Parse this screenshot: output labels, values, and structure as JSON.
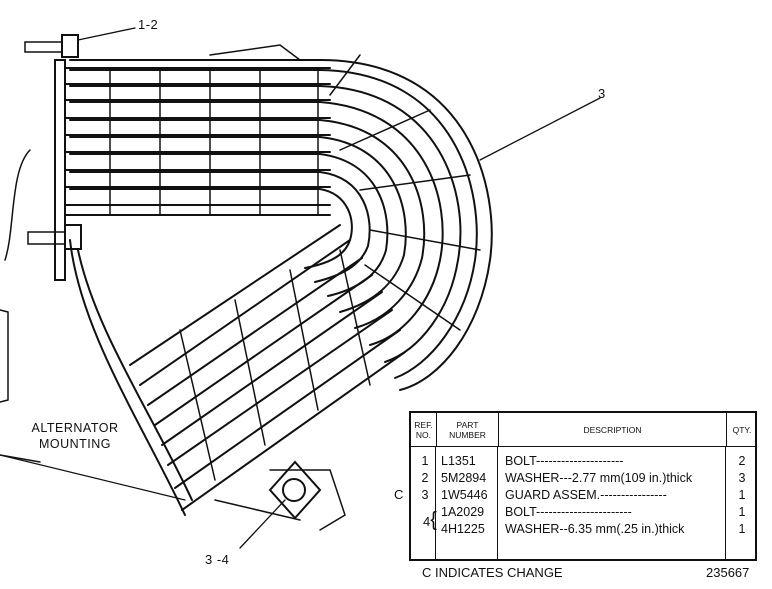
{
  "callouts": {
    "bolt_washer_top": "1-2",
    "guard": "3",
    "bottom": "3 -4",
    "alternator": "ALTERNATOR MOUNTING"
  },
  "table": {
    "headers": {
      "ref_line1": "REF.",
      "ref_line2": "NO.",
      "part_line1": "PART",
      "part_line2": "NUMBER",
      "description": "DESCRIPTION",
      "qty": "QTY."
    },
    "rows": [
      {
        "ref": "1",
        "part": "L1351",
        "desc": "BOLT---------------------",
        "qty": "2"
      },
      {
        "ref": "2",
        "part": "5M2894",
        "desc": "WASHER---2.77 mm(109 in.)thick",
        "qty": "3"
      },
      {
        "ref": "3",
        "part": "1W5446",
        "desc": "GUARD ASSEM.----------------",
        "qty": "1"
      },
      {
        "ref": "",
        "part": "1A2029",
        "desc": "BOLT-----------------------",
        "qty": "1"
      },
      {
        "ref": "",
        "part": "4H1225",
        "desc": "WASHER--6.35 mm(.25 in.)thick",
        "qty": "1"
      }
    ],
    "group_ref": "4",
    "change_mark": "C"
  },
  "footer": {
    "note": "C INDICATES CHANGE",
    "drawing_number": "235667"
  }
}
